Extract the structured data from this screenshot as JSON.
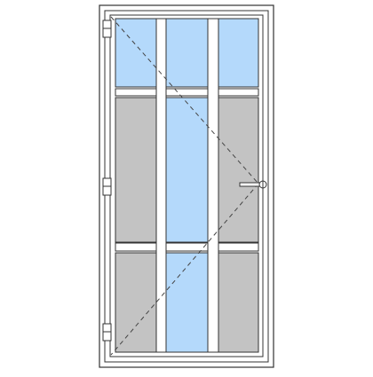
{
  "door": {
    "opening": "left-hinged",
    "hinge_count": 3,
    "has_handle": true,
    "glazing_rows": [
      "top",
      "middle",
      "bottom"
    ],
    "glazing_columns": [
      "left",
      "center",
      "right"
    ],
    "panes": {
      "top": [
        "glass",
        "glass",
        "glass"
      ],
      "middle": [
        "panel",
        "glass",
        "panel"
      ],
      "bottom": [
        "panel",
        "glass",
        "panel"
      ]
    }
  },
  "colors": {
    "frame": "#ffffff",
    "outline": "#333333",
    "glass": "#b4d9fb",
    "panel": "#c3c3c3",
    "swing_line": "#444444"
  }
}
